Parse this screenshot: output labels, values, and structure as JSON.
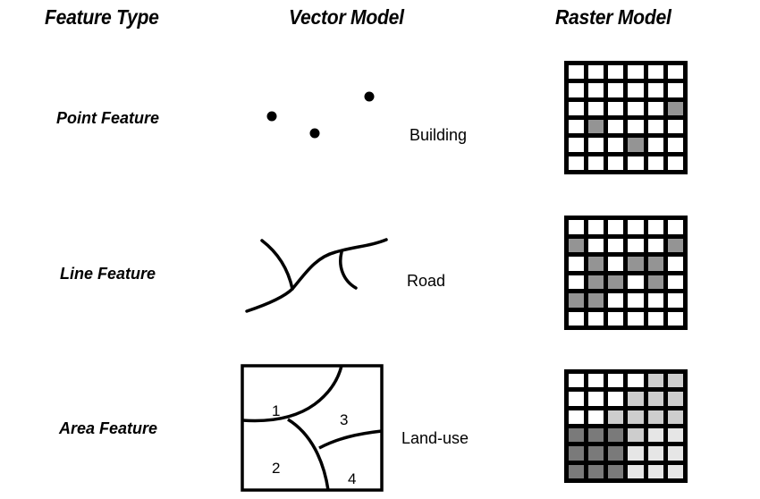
{
  "headers": {
    "feature_type": "Feature Type",
    "vector_model": "Vector Model",
    "raster_model": "Raster Model"
  },
  "rows": [
    {
      "feature": "Point Feature",
      "example": "Building",
      "raster": [
        [
          0,
          0,
          0,
          0,
          0,
          0
        ],
        [
          0,
          0,
          0,
          0,
          0,
          0
        ],
        [
          0,
          0,
          0,
          0,
          0,
          1
        ],
        [
          0,
          1,
          0,
          0,
          0,
          0
        ],
        [
          0,
          0,
          0,
          1,
          0,
          0
        ],
        [
          0,
          0,
          0,
          0,
          0,
          0
        ]
      ]
    },
    {
      "feature": "Line Feature",
      "example": "Road",
      "raster": [
        [
          0,
          0,
          0,
          0,
          0,
          0
        ],
        [
          1,
          0,
          0,
          0,
          0,
          1
        ],
        [
          0,
          1,
          0,
          1,
          1,
          0
        ],
        [
          0,
          1,
          1,
          0,
          1,
          0
        ],
        [
          1,
          1,
          0,
          0,
          0,
          0
        ],
        [
          0,
          0,
          0,
          0,
          0,
          0
        ]
      ]
    },
    {
      "feature": "Area Feature",
      "example": "Land-use",
      "area_labels": [
        "1",
        "2",
        "3",
        "4"
      ],
      "raster": [
        [
          1,
          1,
          1,
          1,
          3,
          3
        ],
        [
          1,
          1,
          1,
          3,
          3,
          3
        ],
        [
          1,
          1,
          3,
          3,
          3,
          3
        ],
        [
          2,
          2,
          2,
          3,
          4,
          4
        ],
        [
          2,
          2,
          2,
          4,
          4,
          4
        ],
        [
          2,
          2,
          2,
          4,
          4,
          4
        ]
      ]
    }
  ],
  "colors": {
    "cell_values": {
      "0": "#ffffff",
      "1_point_line": "#949494"
    },
    "area_classes": {
      "1": "#ffffff",
      "2": "#7a7a7a",
      "3": "#cdcdcd",
      "4": "#e6e6e6"
    }
  }
}
